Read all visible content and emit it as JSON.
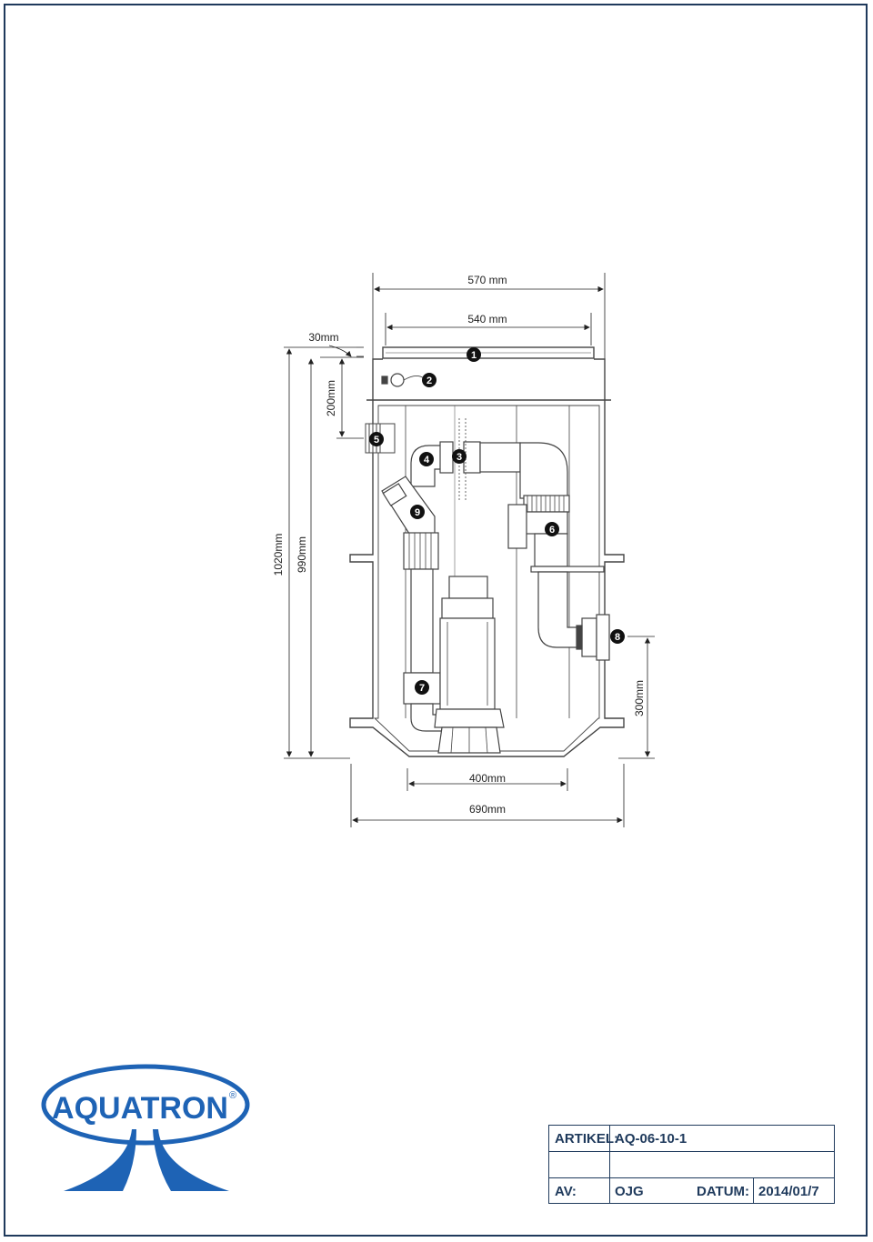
{
  "dimensions": {
    "width_outer": "570 mm",
    "width_inner": "540 mm",
    "lid": "30mm",
    "inlet_depth": "200mm",
    "total_height": "1020mm",
    "inner_height": "990mm",
    "outlet_height": "300mm",
    "base_inner": "400mm",
    "base_outer": "690mm"
  },
  "callouts": [
    "1",
    "2",
    "3",
    "4",
    "5",
    "6",
    "7",
    "8",
    "9"
  ],
  "logo": {
    "text": "AQUATRON",
    "mark": "®"
  },
  "title_block": {
    "artikel_label": "ARTIKEL:",
    "artikel_value": "AQ-06-10-1",
    "av_label": "AV:",
    "av_value": "OJG",
    "datum_label": "DATUM:",
    "datum_value": "2014/01/7"
  },
  "colors": {
    "brand": "#1e63b5",
    "line": "#1f3a5c",
    "tank": "#444444"
  }
}
